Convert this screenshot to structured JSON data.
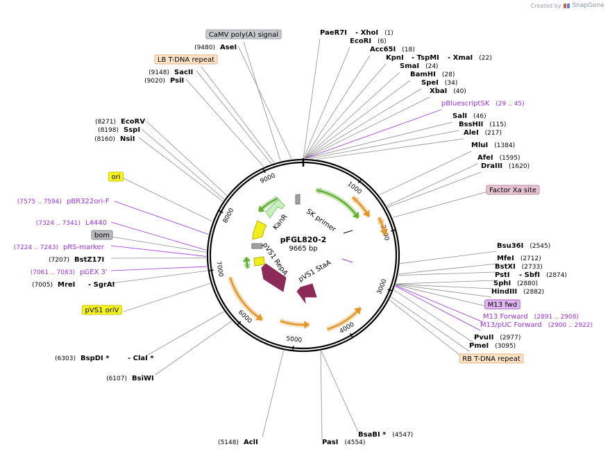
{
  "credit": {
    "prefix": "Created by",
    "brand": "SnapGene"
  },
  "map": {
    "name": "pFGL820-2",
    "length_text": "9665 bp",
    "length_bp": 9665,
    "ticks": [
      {
        "bp": 1000,
        "label": "1000"
      },
      {
        "bp": 2000,
        "label": "2000"
      },
      {
        "bp": 3000,
        "label": "3000"
      },
      {
        "bp": 4000,
        "label": "4000"
      },
      {
        "bp": 5000,
        "label": "5000"
      },
      {
        "bp": 6000,
        "label": "6000"
      },
      {
        "bp": 7000,
        "label": "7000"
      },
      {
        "bp": 8000,
        "label": "8000"
      },
      {
        "bp": 9000,
        "label": "9000"
      }
    ],
    "colors": {
      "green": "#5fae2e",
      "orange": "#e0972a",
      "maroon": "#8c2a58",
      "yellow": "#f2ee1c",
      "lightgreen": "#c9f0c0",
      "gray": "#9fa1a7",
      "purple": "#9b30d9",
      "line": "#8c8c8c"
    },
    "features": [
      {
        "name": "KanR",
        "kind": "lightgreen-arrow",
        "label": "KanR"
      },
      {
        "name": "SK primer",
        "kind": "primer",
        "label": "SK primer"
      },
      {
        "name": "pVS1 RepA",
        "kind": "maroon-arrow",
        "label": "pVS1 RepA"
      },
      {
        "name": "pVS1 StaA",
        "kind": "maroon-arrow",
        "label": "pVS1 StaA"
      },
      {
        "name": "ori",
        "kind": "yellow-arrow"
      },
      {
        "name": "bom",
        "kind": "gray-box"
      },
      {
        "name": "pVS1 oriV",
        "kind": "yellow-box"
      }
    ],
    "labels": [
      {
        "name": "CaMV poly(A) signal",
        "type": "box",
        "fill": "#c8cacd",
        "stroke": "#9fa1a7"
      },
      {
        "name": "LB T-DNA repeat",
        "type": "box",
        "fill": "#fde4c8",
        "stroke": "#e3b27c"
      },
      {
        "name": "ori",
        "type": "box",
        "fill": "#f7f41f",
        "stroke": "#c9c700"
      },
      {
        "name": "bom",
        "type": "box",
        "fill": "#b8babd",
        "stroke": "#8e9093"
      },
      {
        "name": "pVS1 oriV",
        "type": "box",
        "fill": "#f7f41f",
        "stroke": "#c9c700"
      },
      {
        "name": "Factor Xa site",
        "type": "box",
        "fill": "#e6c3d1",
        "stroke": "#b98ea0"
      },
      {
        "name": "M13 fwd",
        "type": "box",
        "fill": "#e2b8f2",
        "stroke": "#a25dc4"
      },
      {
        "name": "RB T-DNA repeat",
        "type": "box",
        "fill": "#fde4c8",
        "stroke": "#e3b27c"
      },
      {
        "name": "PaeR7I",
        "pos": "",
        "type": "enzyme"
      },
      {
        "name": "- XhoI",
        "pos": "(1)",
        "type": "enzyme"
      },
      {
        "name": "EcoRI",
        "pos": "(6)",
        "type": "enzyme"
      },
      {
        "name": "Acc65I",
        "pos": "(18)",
        "type": "enzyme"
      },
      {
        "name": "KpnI",
        "pos": "",
        "type": "enzyme"
      },
      {
        "name": "- TspMI",
        "pos": "",
        "type": "enzyme"
      },
      {
        "name": "- XmaI",
        "pos": "(22)",
        "type": "enzyme"
      },
      {
        "name": "SmaI",
        "pos": "(24)",
        "type": "enzyme"
      },
      {
        "name": "BamHI",
        "pos": "(28)",
        "type": "enzyme"
      },
      {
        "name": "SpeI",
        "pos": "(34)",
        "type": "enzyme"
      },
      {
        "name": "XbaI",
        "pos": "(40)",
        "type": "enzyme"
      },
      {
        "name": "pBluescriptSK",
        "pos": "(29 .. 45)",
        "type": "purple"
      },
      {
        "name": "SalI",
        "pos": "(46)",
        "type": "enzyme"
      },
      {
        "name": "BssHII",
        "pos": "(115)",
        "type": "enzyme"
      },
      {
        "name": "AleI",
        "pos": "(217)",
        "type": "enzyme"
      },
      {
        "name": "MluI",
        "pos": "(1384)",
        "type": "enzyme"
      },
      {
        "name": "AfeI",
        "pos": "(1595)",
        "type": "enzyme"
      },
      {
        "name": "DraIII",
        "pos": "(1620)",
        "type": "enzyme"
      },
      {
        "name": "Bsu36I",
        "pos": "(2545)",
        "type": "enzyme"
      },
      {
        "name": "MfeI",
        "pos": "(2712)",
        "type": "enzyme"
      },
      {
        "name": "BstXI",
        "pos": "(2733)",
        "type": "enzyme"
      },
      {
        "name": "PstI",
        "pos": "",
        "type": "enzyme"
      },
      {
        "name": "- SbfI",
        "pos": "(2874)",
        "type": "enzyme"
      },
      {
        "name": "SphI",
        "pos": "(2880)",
        "type": "enzyme"
      },
      {
        "name": "HindIII",
        "pos": "(2882)",
        "type": "enzyme"
      },
      {
        "name": "M13 Forward",
        "pos": "(2891 .. 2908)",
        "type": "purple"
      },
      {
        "name": "M13/pUC Forward",
        "pos": "(2900 .. 2922)",
        "type": "purple"
      },
      {
        "name": "PvuII",
        "pos": "(2977)",
        "type": "enzyme"
      },
      {
        "name": "PmeI",
        "pos": "(3095)",
        "type": "enzyme"
      },
      {
        "name": "BsaBI *",
        "pos": "(4547)",
        "type": "enzyme"
      },
      {
        "name": "PasI",
        "pos": "(4554)",
        "type": "enzyme"
      },
      {
        "name": "AclI",
        "pos": "(5148)",
        "type": "enzyme"
      },
      {
        "name": "BsiWI",
        "pos": "(6107)",
        "type": "enzyme"
      },
      {
        "name": "BspDI *",
        "pos": "(6303)",
        "type": "enzyme"
      },
      {
        "name": "- ClaI *",
        "pos": "",
        "type": "enzyme"
      },
      {
        "name": "MreI",
        "pos": "(7005)",
        "type": "enzyme"
      },
      {
        "name": "- SgrAI",
        "pos": "",
        "type": "enzyme"
      },
      {
        "name": "pGEX 3'",
        "pos": "(7061 .. 7083)",
        "type": "purple"
      },
      {
        "name": "BstZ17I",
        "pos": "(7207)",
        "type": "enzyme"
      },
      {
        "name": "pRS-marker",
        "pos": "(7224 .. 7243)",
        "type": "purple"
      },
      {
        "name": "L4440",
        "pos": "(7324 .. 7341)",
        "type": "purple"
      },
      {
        "name": "pBR322ori-F",
        "pos": "(7575 .. 7594)",
        "type": "purple"
      },
      {
        "name": "NsiI",
        "pos": "(8160)",
        "type": "enzyme"
      },
      {
        "name": "SspI",
        "pos": "(8198)",
        "type": "enzyme"
      },
      {
        "name": "EcoRV",
        "pos": "(8271)",
        "type": "enzyme"
      },
      {
        "name": "PsiI",
        "pos": "(9020)",
        "type": "enzyme"
      },
      {
        "name": "SacII",
        "pos": "(9148)",
        "type": "enzyme"
      },
      {
        "name": "AseI",
        "pos": "(9480)",
        "type": "enzyme"
      }
    ]
  }
}
